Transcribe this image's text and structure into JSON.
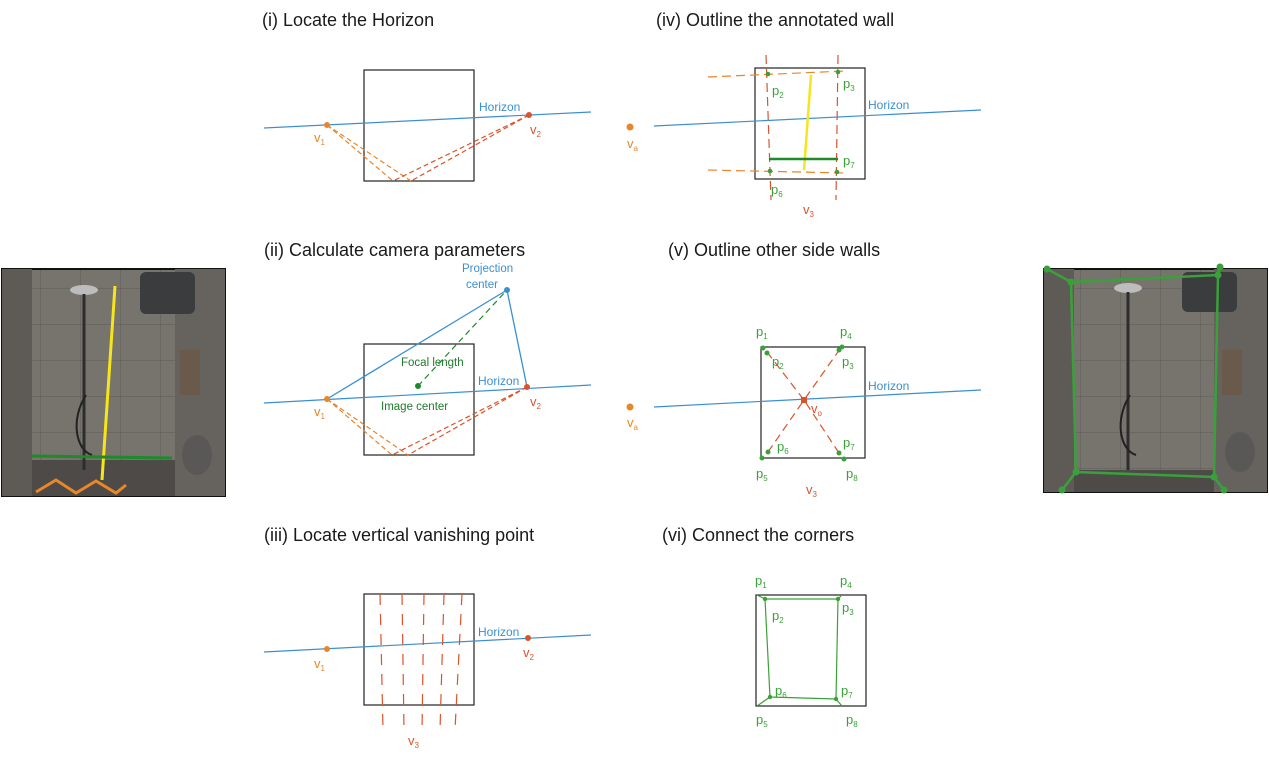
{
  "titles": {
    "t1": "(i) Locate the Horizon",
    "t2": "(ii) Calculate camera parameters",
    "t3": "(iii) Locate vertical vanishing point",
    "t4": "(iv) Outline the annotated wall",
    "t5": "(v) Outline other side walls",
    "t6": "(vi) Connect the corners"
  },
  "labels": {
    "horizon": "Horizon",
    "projection_center_1": "Projection",
    "projection_center_2": "center",
    "focal_length": "Focal length",
    "image_center": "Image center",
    "v": "v",
    "p": "p",
    "sub_1": "1",
    "sub_2": "2",
    "sub_3": "3",
    "sub_4": "4",
    "sub_5": "5",
    "sub_6": "6",
    "sub_7": "7",
    "sub_8": "8",
    "sub_a": "a",
    "sub_o": "o"
  },
  "colors": {
    "horizon_blue": "#3b8fd0",
    "vanish_orange": "#e8862a",
    "vanish_red": "#d9542c",
    "corner_green": "#3aa13a",
    "wall_green": "#1f8a2a",
    "annotation_yellow": "#f7e51c"
  }
}
